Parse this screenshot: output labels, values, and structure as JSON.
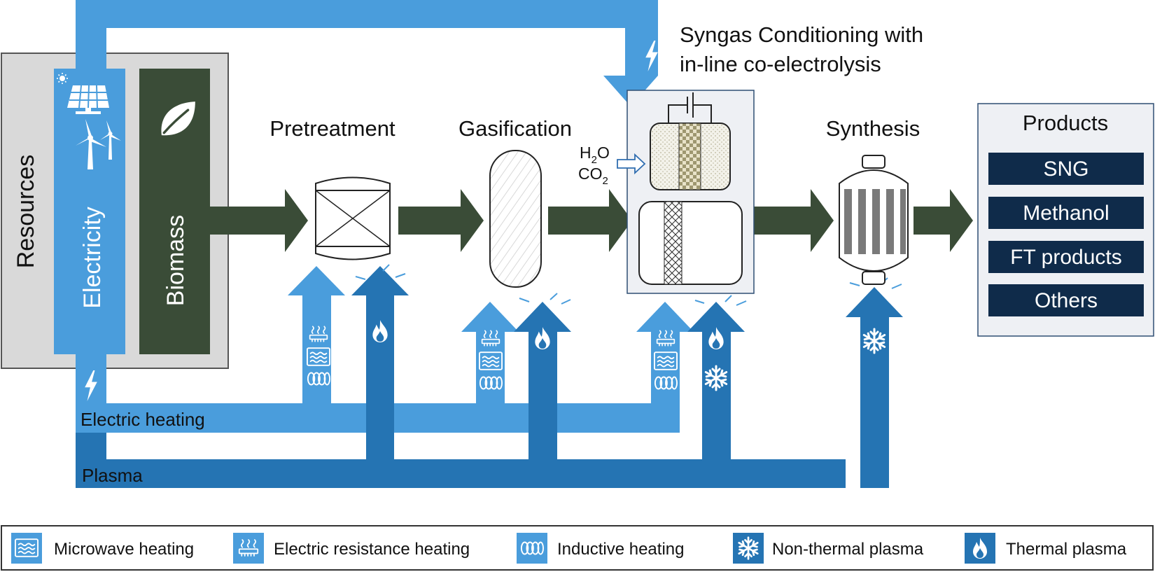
{
  "colors": {
    "electric_blue": "#4a9ddc",
    "plasma_blue": "#2574b3",
    "biomass_green": "#3a4c37",
    "process_arrow_green": "#3a4c37",
    "resources_gray": "#d9d9d9",
    "products_navy": "#0f2b4a",
    "panel_bg": "#eef0f4"
  },
  "resources": {
    "label": "Resources",
    "electricity_label": "Electricity",
    "biomass_label": "Biomass"
  },
  "steps": {
    "pretreatment": "Pretreatment",
    "gasification": "Gasification",
    "conditioning_line1": "Syngas Conditioning with",
    "conditioning_line2": "in-line co-electrolysis",
    "synthesis": "Synthesis"
  },
  "inputs": {
    "h2o_base": "H",
    "h2o_sub": "2",
    "h2o_end": "O",
    "co2_base": "CO",
    "co2_sub": "2"
  },
  "products": {
    "title": "Products",
    "items": [
      "SNG",
      "Methanol",
      "FT products",
      "Others"
    ]
  },
  "buses": {
    "electric": "Electric heating",
    "plasma": "Plasma"
  },
  "legend": [
    {
      "icon": "microwave-icon",
      "label": "Microwave heating",
      "color": "#4a9ddc"
    },
    {
      "icon": "resistance-heater-icon",
      "label": "Electric resistance heating",
      "color": "#4a9ddc"
    },
    {
      "icon": "induction-coil-icon",
      "label": "Inductive heating",
      "color": "#4a9ddc"
    },
    {
      "icon": "snowflake-icon",
      "label": "Non-thermal plasma",
      "color": "#2574b3"
    },
    {
      "icon": "flame-icon",
      "label": "Thermal plasma",
      "color": "#2574b3"
    }
  ]
}
